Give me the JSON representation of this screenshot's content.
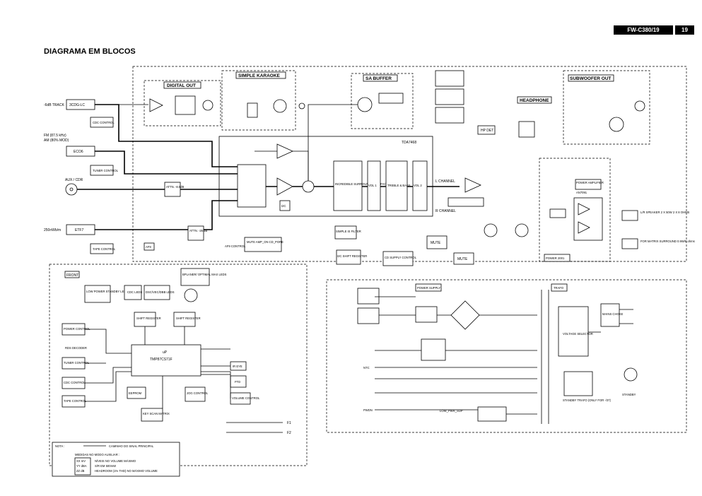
{
  "header": {
    "model": "FW-C380/19",
    "page": "19"
  },
  "title": "DIAGRAMA EM BLOCOS",
  "blocks": {
    "digital_out": "DIGITAL OUT",
    "simple_karaoke": "SIMPLE KARAOKE",
    "sa_buffer": "SA BUFFER",
    "subwoofer_out": "SUBWOOFER OUT",
    "headphone": "HEADPHONE",
    "tda": "TDA7468",
    "cd_lc": "3CDG-LC",
    "eco6": "ECO6",
    "etf7": "ETF7",
    "attn1": "ATTN. -8.5dB",
    "attn2": "ATTN. -26 dB",
    "simple_is_filter": "SIMPLE IS FILTER",
    "mute": "MUTE",
    "power_supply": "POWER SUPPLY",
    "trafo": "TRAFO",
    "front": "FRONT",
    "up": "uP",
    "up_part": "TMP87CS71F",
    "power_amp": "POWER AMPLIFIER",
    "power_amp_part": "AN7091",
    "voltage_selector": "VOLTAGE SELECTOR",
    "mains_choke": "MAINS CHOKE",
    "l_ch": "L CHANNEL",
    "r_ch": "R CHANNEL",
    "incredible": "INCREDIBLE SURROUND INTERFACE",
    "treble": "TREBLE & BASS",
    "vol1": "VOL 1",
    "vol2": "VOL 2",
    "i2c": "I2C",
    "i2c_shift": "I2C SHIFT REGISTER",
    "cd_supply": "CD SUPPLY CONTROL",
    "hp_det": "HP DET",
    "af9": "AF9",
    "af9_control": "AF9 CONTROL",
    "power_2001": "POWER 2001",
    "standby_trafo": "STANDBY TRAFO (ONLY FOR -/37)",
    "standby": "STANDBY"
  },
  "inputs": {
    "cd_track": "-6dB TRACK",
    "fm": "FM (87.5 kHz)",
    "am": "AM (80% MOD)",
    "aux": "AUX / CDR",
    "tape": "250nWb/m"
  },
  "outputs": {
    "speaker_lr": "L/R SPEAKER 2 X 50W 2 X 8 OHMS",
    "for_matrix": "FOR MATRIX SURROUND 0.9W/8 ohms"
  },
  "side_labels": {
    "cdc_control": "CDC CONTROL",
    "tuner_control": "TUNER CONTROL",
    "tape_control": "TAPE CONTROL",
    "power_control": "POWER CONTROL",
    "rds_decoder": "RDS DECODER",
    "low_power": "LOW POWER STANDBY LED",
    "cdc_leds": "CDC LEDS",
    "dsc_leds": "DSC/VEC/DBB LEDS",
    "bplaner": "BPLANER/ OPTIMAL MAX LEDS",
    "shift_reg": "SHIFT REGISTER",
    "eeprom": "EEPROM",
    "jog": "JOG CONTROL",
    "key_scan": "KEY SCAN MATRIX",
    "volume": "VOLUME CONTROL",
    "ftd": "FTD",
    "ir_eye": "IR EYE",
    "mute_amp": "MUTE AMP_ON CD_PORE",
    "low_pwr_sup": "LOW_PWR_SUP",
    "pwdn": "PWDN",
    "ntc": "NTC",
    "f1": "F1",
    "f2": "F2"
  },
  "notes": {
    "title": "NOTA :",
    "main_path": "CAMINHO DO SINAL PRINCIPAL",
    "aux_mode": "MEDIDAS NO MODO AUXILIAR :",
    "xx": "XX mV",
    "yy": "YY dBA",
    "zz": "ZZ dB",
    "l1": "NÍVEIS NO VOLUME MÁXIMO",
    "l2": "S/R EM 500mW",
    "l3": "HEADROOM (1% THD) NO MÁXIMO VOLUME"
  }
}
